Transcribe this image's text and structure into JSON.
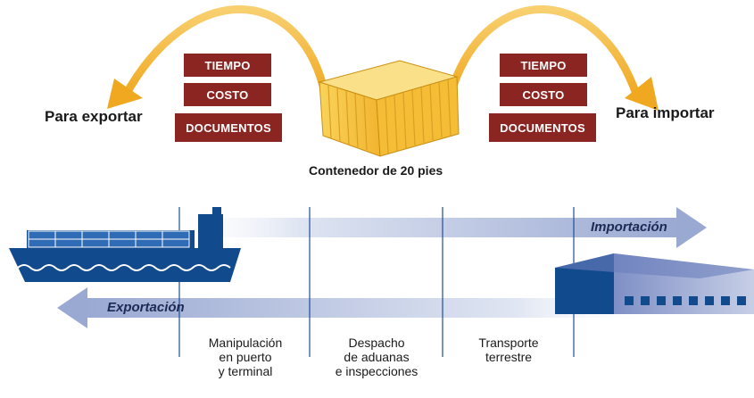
{
  "export_side": {
    "label": "Para exportar",
    "boxes": [
      "TIEMPO",
      "COSTO",
      "DOCUMENTOS"
    ]
  },
  "import_side": {
    "label": "Para importar",
    "boxes": [
      "TIEMPO",
      "COSTO",
      "DOCUMENTOS"
    ]
  },
  "container": {
    "caption": "Contenedor de 20 pies"
  },
  "flows": {
    "import_label": "Importación",
    "export_label": "Exportación"
  },
  "stages": [
    {
      "lines": [
        "Manipulación",
        "en puerto",
        "y terminal"
      ]
    },
    {
      "lines": [
        "Despacho",
        "de aduanas",
        "e inspecciones"
      ]
    },
    {
      "lines": [
        "Transporte",
        "terrestre"
      ]
    }
  ],
  "colors": {
    "box": "#8b2522",
    "arc": "#f2b233",
    "ship": "#124a8e",
    "arrow_import": "#aab7d8",
    "arrow_export": "#aab7d8",
    "container": "#f7c641",
    "divider": "#1d4f94"
  }
}
